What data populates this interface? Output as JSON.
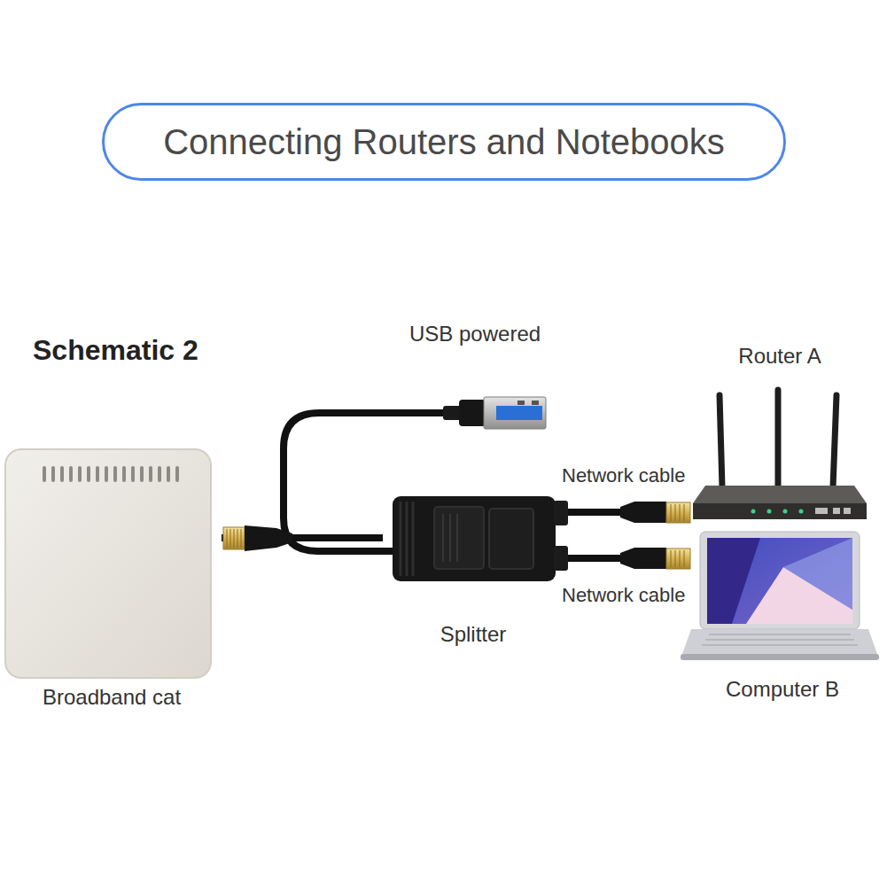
{
  "diagram": {
    "title": "Connecting Routers and Notebooks",
    "nodes": [
      {
        "text": [
          "Broadband cat"
        ]
      },
      {
        "text": [
          "Splitter"
        ]
      },
      {
        "text": [
          "Router A"
        ]
      },
      {
        "text": [
          "Computer B"
        ]
      }
    ],
    "edges": [
      {
        "from": 0,
        "to": 1,
        "arrow": "none"
      },
      {
        "from": 1,
        "to": 2,
        "label": "Network cable",
        "arrow": "none"
      },
      {
        "from": 1,
        "to": 3,
        "label": "Network cable",
        "arrow": "none"
      }
    ],
    "labels": [
      "Schematic 2",
      "USB powered"
    ]
  }
}
